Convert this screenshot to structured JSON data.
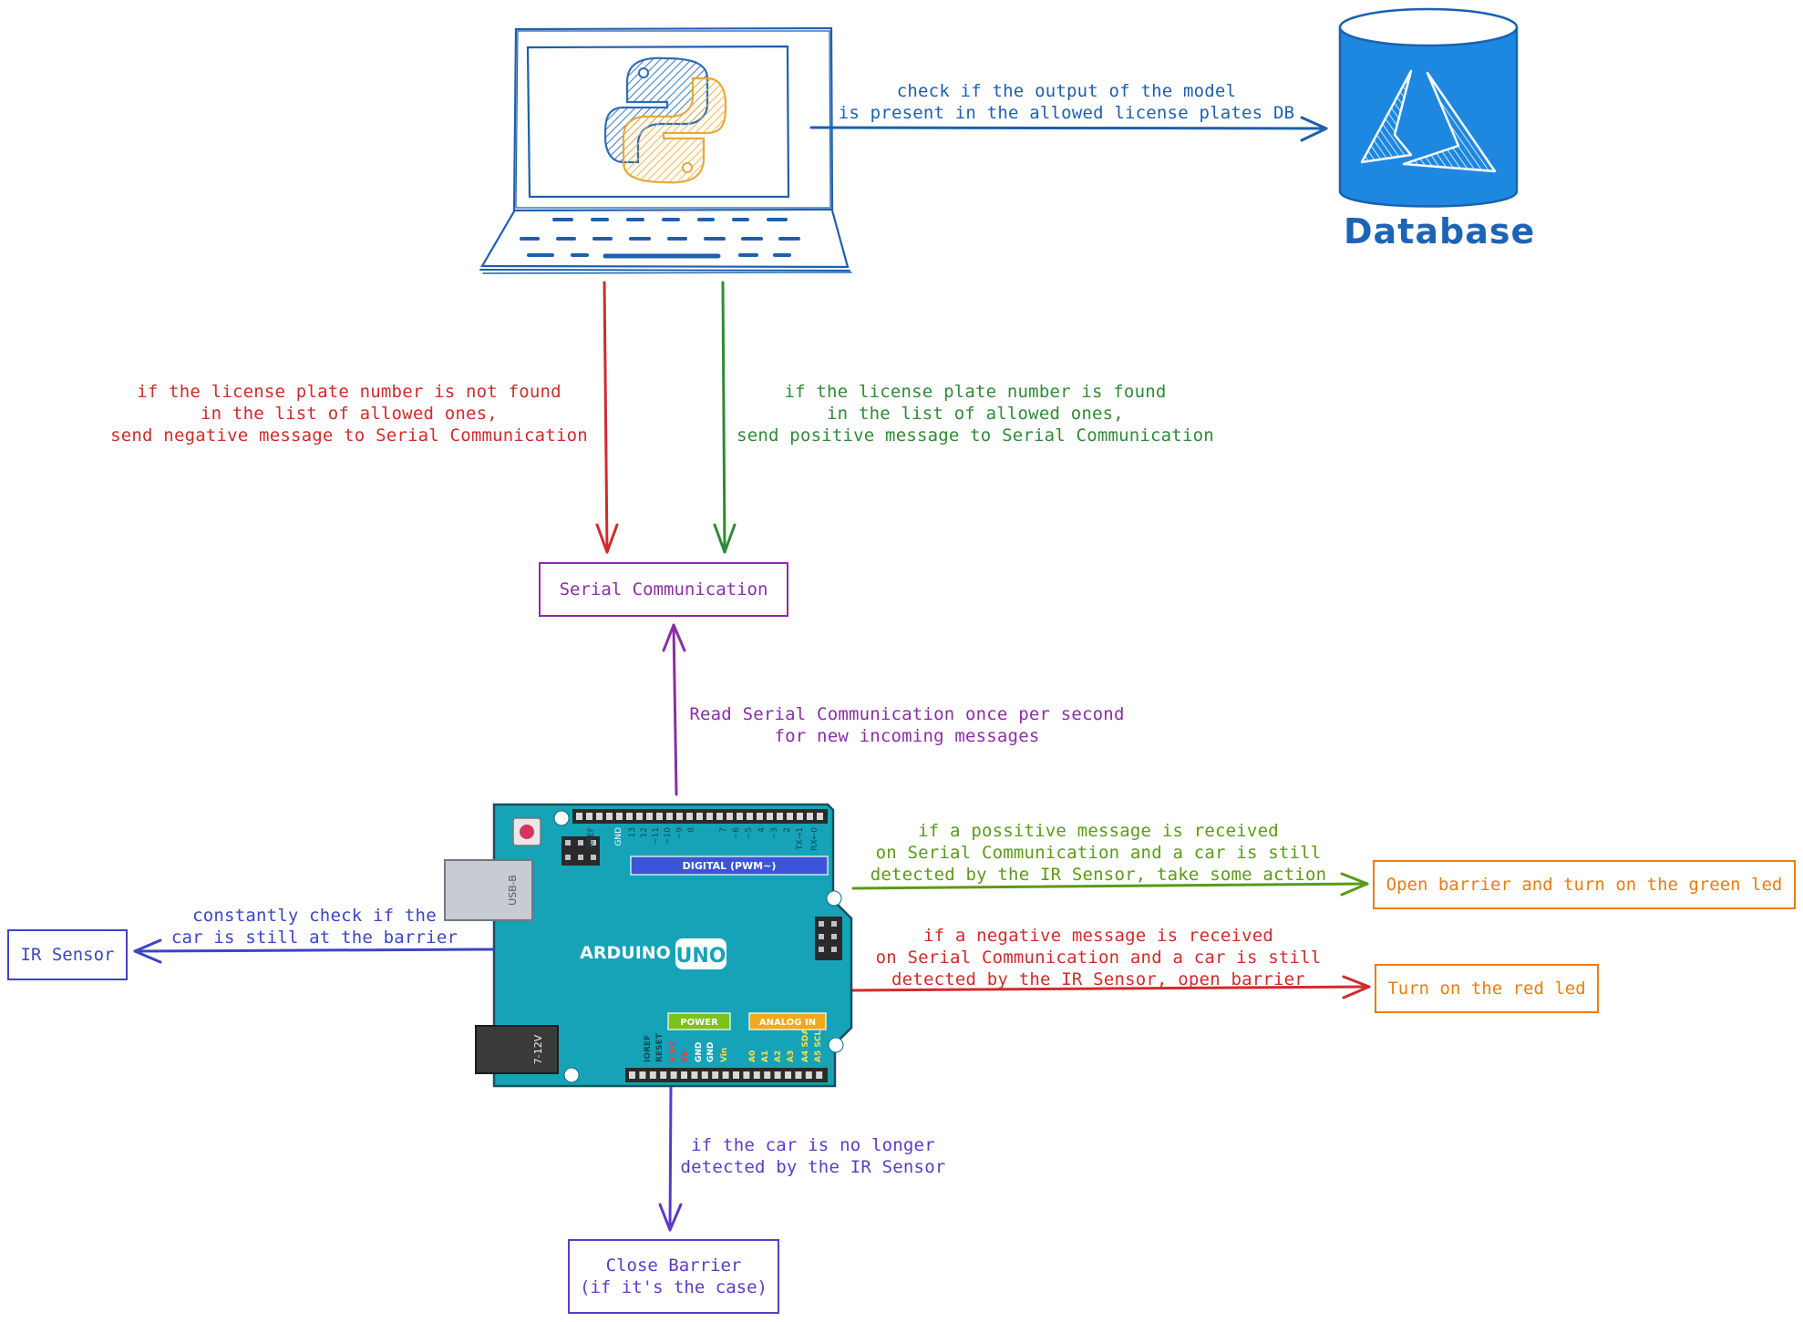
{
  "colors": {
    "blue": "#1e5fae",
    "red": "#d02b2b",
    "green": "#2f8a35",
    "purple": "#8a2ea6",
    "violet": "#5c3bc7",
    "orange": "#ec7d12",
    "lime": "#5a9a18",
    "indigo": "#3a46c4",
    "arduino": "#16a3b8",
    "db": "#1e88e0"
  },
  "icons": {
    "laptop": "laptop-icon",
    "python": "python-logo-icon",
    "database": "database-icon",
    "board": "arduino-uno-board"
  },
  "database": {
    "label": "Database"
  },
  "edges": {
    "laptop_to_db": "check if the output of the model\nis present in the allowed license plates DB",
    "negative": "if the license plate number is not found\nin the list of allowed ones,\nsend negative message to Serial Communication",
    "positive": "if the license plate number is found\nin the list of allowed ones,\nsend positive message to Serial Communication",
    "read_serial": "Read Serial Communication once per second\nfor new incoming messages",
    "possitive_received": "if a possitive message is received\non Serial Communication and a car is still\ndetected by the IR Sensor, take some action",
    "negative_received": "if a negative message is received\non Serial Communication and a car is still\ndetected by the IR Sensor, open barrier",
    "check_ir": "constantly check if the\ncar is still at the barrier",
    "no_longer": "if the car is no longer\ndetected by the IR Sensor"
  },
  "nodes": {
    "serial": "Serial Communication",
    "ir_sensor": "IR Sensor",
    "open_green": "Open barrier and turn on the green led",
    "red_led": "Turn on the red led",
    "close_barrier": "Close Barrier\n(if it's the case)"
  },
  "board": {
    "brand": "ARDUINO",
    "model": "UNO",
    "digital": "DIGITAL (PWM~)",
    "power": "POWER",
    "analog": "ANALOG IN",
    "usb": "USB-B",
    "dc": "7-12V",
    "top_pins": [
      "AREF",
      "GND",
      "13",
      "12",
      "~11",
      "~10",
      "~9",
      "8",
      "7",
      "~6",
      "~5",
      "4",
      "~3",
      "2",
      "TX→1",
      "RX←0"
    ],
    "bottom_pins": [
      "IOREF",
      "RESET",
      "3.3V",
      "5V",
      "GND",
      "GND",
      "Vin",
      "A0",
      "A1",
      "A2",
      "A3",
      "A4 SDA",
      "A5 SCL"
    ]
  }
}
